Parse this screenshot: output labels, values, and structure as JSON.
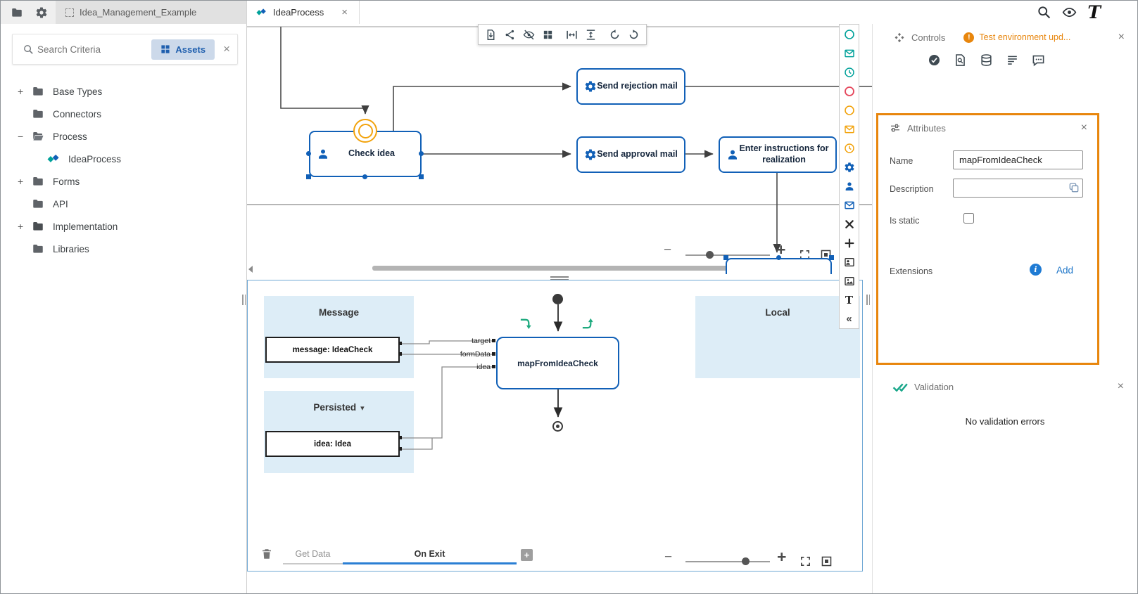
{
  "glyphs": {
    "close": "×",
    "plus": "+",
    "minus": "−",
    "collapse": "«",
    "caret": "▾",
    "logo_t": "T",
    "text_tool": "T"
  },
  "topbar": {
    "project_tab_label": "Idea_Management_Example",
    "icons": [
      "folder-icon",
      "gear-icon"
    ],
    "global_icons": [
      "search-icon",
      "eye-icon",
      "logo-t"
    ]
  },
  "sidebar": {
    "search_placeholder": "Search Criteria",
    "assets_button_label": "Assets",
    "tree": [
      {
        "expander": "+",
        "label": "Base Types"
      },
      {
        "expander": "",
        "label": "Connectors"
      },
      {
        "expander": "−",
        "label": "Process"
      },
      {
        "expander": "",
        "label": "IdeaProcess"
      },
      {
        "expander": "+",
        "label": "Forms"
      },
      {
        "expander": "",
        "label": "API"
      },
      {
        "expander": "+",
        "label": "Implementation"
      },
      {
        "expander": "",
        "label": "Libraries"
      }
    ]
  },
  "editor": {
    "tab_label": "IdeaProcess",
    "toolbar_icons": [
      "export",
      "jump-into",
      "hide",
      "grid",
      "distribute-horizontal",
      "distribute-vertical",
      "undo",
      "redo"
    ],
    "palette_icons": [
      "start-event",
      "message-start-event",
      "timer-start-event",
      "end-event",
      "intermediate-event",
      "message-intermediate-event",
      "timer-intermediate-event",
      "script-task",
      "user-task",
      "email-task",
      "gateway-alternative",
      "gateway-join",
      "dialog-task",
      "image-annotation",
      "text-annotation",
      "collapse-palette"
    ],
    "nodes": {
      "check_idea": "Check idea",
      "send_rejection_mail": "Send rejection mail",
      "send_approval_mail": "Send approval mail",
      "enter_instructions": "Enter instructions for realization"
    }
  },
  "mapping_editor": {
    "sections": {
      "message": "Message",
      "local": "Local",
      "persisted": "Persisted"
    },
    "nodes": {
      "message": "message: IdeaCheck",
      "idea": "idea: Idea",
      "map": "mapFromIdeaCheck"
    },
    "pins": {
      "target": "target",
      "form_data": "formData",
      "idea": "idea"
    },
    "tabs": {
      "get_data": "Get Data",
      "on_exit": "On Exit"
    },
    "active_tab": "On Exit"
  },
  "inspector": {
    "controls_title": "Controls",
    "warning_text": "Test environment upd...",
    "tool_icons": [
      "simulate-check",
      "document-search",
      "database",
      "list",
      "comment"
    ],
    "attributes": {
      "title": "Attributes",
      "name_label": "Name",
      "name_value": "mapFromIdeaCheck",
      "description_label": "Description",
      "description_value": "",
      "is_static_label": "Is static",
      "extensions_label": "Extensions",
      "add_label": "Add"
    },
    "validation": {
      "title": "Validation",
      "message": "No validation errors"
    }
  },
  "colors": {
    "node_blue": "#1160b7",
    "accent_orange": "#e8860d",
    "teal": "#00a19a",
    "red": "#e5475c",
    "active_tab_blue": "#2b7fd4",
    "section_blue": "#ddedf7",
    "validation_green": "#17a689"
  }
}
